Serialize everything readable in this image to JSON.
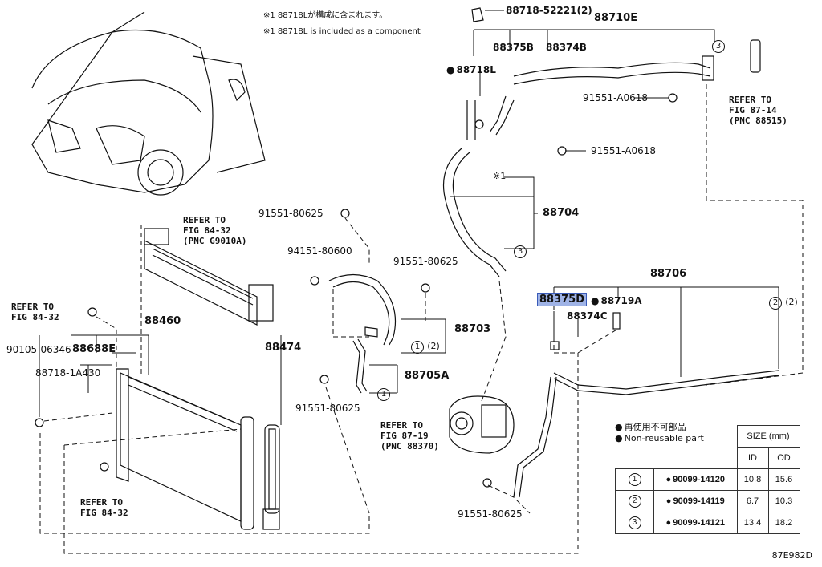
{
  "notes": {
    "jp": "※1 88718Lが構成に含まれます。",
    "en": "※1 88718L is included as a component"
  },
  "labels": {
    "p88718_52221": "88718-52221(2)",
    "p88710E": "88710E",
    "p88375B": "88375B",
    "p88374B": "88374B",
    "p88718L": "88718L",
    "p91551_A0618_a": "91551-A0618",
    "p91551_A0618_b": "91551-A0618",
    "p91551_80625_a": "91551-80625",
    "p88704": "88704",
    "star1": "※1",
    "p94151_80600": "94151-80600",
    "p91551_80625_b": "91551-80625",
    "p88703": "88703",
    "p88706": "88706",
    "p88375D": "88375D",
    "p88719A": "88719A",
    "p88374C": "88374C",
    "p88460": "88460",
    "p88474": "88474",
    "p90105_06346": "90105-06346",
    "p88688E": "88688E",
    "p88718_1A430": "88718-1A430",
    "p88705A": "88705A",
    "p91551_80625_c": "91551-80625",
    "p91551_80625_d": "91551-80625",
    "c1a": "1",
    "c1a_qty": "(2)",
    "c1b": "1",
    "c2": "2",
    "c2_qty": "(2)",
    "c3a": "3",
    "c3b": "3"
  },
  "refs": {
    "fig87_14": "REFER TO\nFIG 87-14\n(PNC 88515)",
    "fig84_32_top": "REFER TO\nFIG 84-32\n(PNC G9010A)",
    "fig84_32_left": "REFER TO\nFIG 84-32",
    "fig84_32_bottom": "REFER TO\nFIG 84-32",
    "fig87_19": "REFER TO\nFIG 87-19\n(PNC 88370)"
  },
  "legend": {
    "jp": "再使用不可部品",
    "en": "Non-reusable part"
  },
  "size_table": {
    "header": "SIZE (mm)",
    "col_id": "ID",
    "col_od": "OD",
    "rows": [
      {
        "num": "1",
        "part": "90099-14120",
        "id": "10.8",
        "od": "15.6"
      },
      {
        "num": "2",
        "part": "90099-14119",
        "id": "6.7",
        "od": "10.3"
      },
      {
        "num": "3",
        "part": "90099-14121",
        "id": "13.4",
        "od": "18.2"
      }
    ]
  },
  "drawing_code": "87E982D"
}
